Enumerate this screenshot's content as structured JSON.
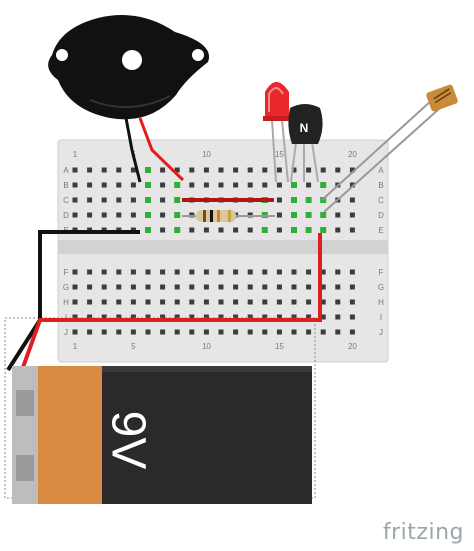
{
  "brand": "fritzing",
  "breadboard": {
    "row_labels_top": [
      "A",
      "B",
      "C",
      "D",
      "E"
    ],
    "row_labels_bottom": [
      "F",
      "G",
      "H",
      "I",
      "J"
    ],
    "column_numbers": [
      "1",
      "5",
      "10",
      "15",
      "20"
    ]
  },
  "battery": {
    "label": "9V"
  },
  "transistor": {
    "label": "N"
  },
  "colors": {
    "wire_red": "#e01e1e",
    "wire_black": "#111111",
    "board": "#e6e6e6",
    "hole": "#3c3c3c",
    "green_hole": "#2fae38",
    "led": "#e8282b",
    "battery_orange": "#d78a40",
    "battery_black": "#2a2a2a",
    "buzzer": "#111111",
    "transistor": "#222222",
    "ldr": "#c98a3a",
    "brand": "#9aa7ab"
  },
  "icons": [
    "piezo-buzzer",
    "red-led",
    "npn-transistor",
    "resistor",
    "photoresistor",
    "battery-9v"
  ]
}
